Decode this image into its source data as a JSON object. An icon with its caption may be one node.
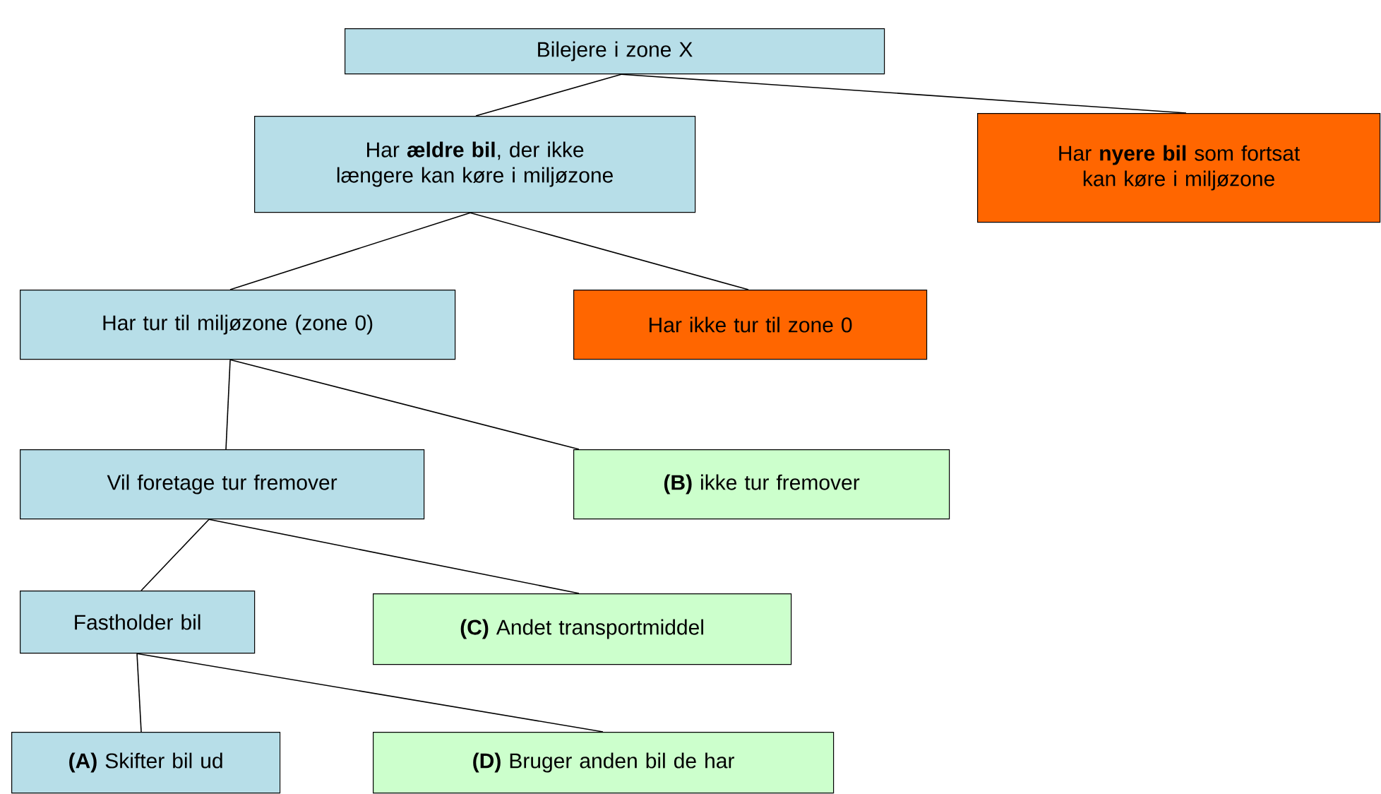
{
  "diagram": {
    "nodes": [
      {
        "text": [
          "Bilejere i zone X"
        ]
      },
      {
        "text": [
          "Har **ældre bil**, der ikke længere kan køre i miljøzone"
        ]
      },
      {
        "text": [
          "Har **nyere bil** som fortsat kan køre i miljøzone"
        ]
      },
      {
        "text": [
          "Har tur til miljøzone (zone 0)"
        ]
      },
      {
        "text": [
          "Har ikke tur til zone 0"
        ]
      },
      {
        "text": [
          "Vil foretage tur fremover"
        ]
      },
      {
        "text": [
          "**(B)** ikke tur fremover"
        ]
      },
      {
        "text": [
          "Fastholder bil"
        ]
      },
      {
        "text": [
          "**(C)** Andet transportmiddel"
        ]
      },
      {
        "text": [
          "**(A)** Skifter bil ud"
        ]
      },
      {
        "text": [
          "**(D)** Bruger anden bil de har"
        ]
      }
    ],
    "edges": [
      {
        "from": 0,
        "to": 1,
        "arrow": "none"
      },
      {
        "from": 0,
        "to": 2,
        "arrow": "none"
      },
      {
        "from": 1,
        "to": 3,
        "arrow": "none"
      },
      {
        "from": 1,
        "to": 4,
        "arrow": "none"
      },
      {
        "from": 3,
        "to": 5,
        "arrow": "none"
      },
      {
        "from": 3,
        "to": 6,
        "arrow": "none"
      },
      {
        "from": 5,
        "to": 7,
        "arrow": "none"
      },
      {
        "from": 5,
        "to": 8,
        "arrow": "none"
      },
      {
        "from": 7,
        "to": 9,
        "arrow": "none"
      },
      {
        "from": 7,
        "to": 10,
        "arrow": "none"
      }
    ]
  }
}
